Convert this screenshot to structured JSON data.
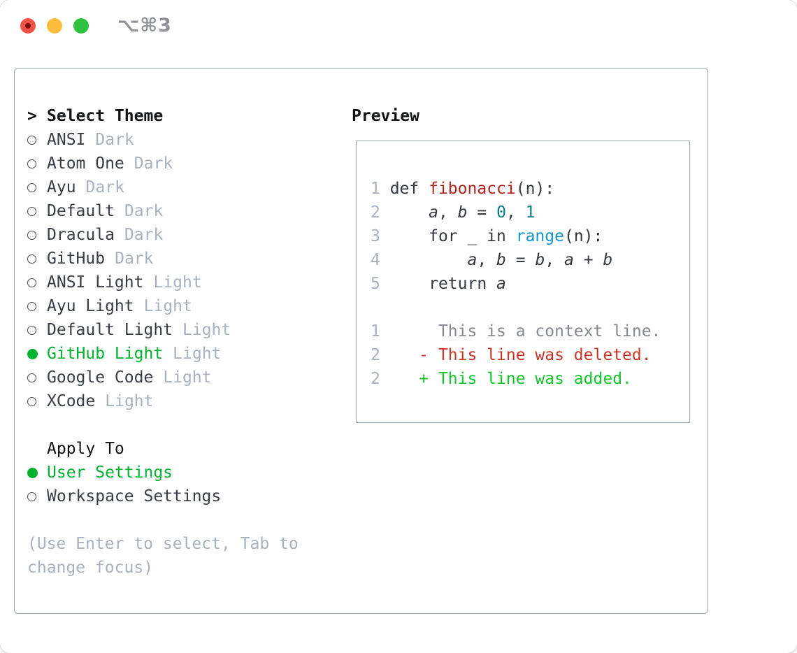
{
  "window": {
    "title": "⌥⌘3",
    "traffic_lights": [
      {
        "name": "close",
        "color": "#f0524a",
        "has_dot": true
      },
      {
        "name": "minimize",
        "color": "#fcbe3c",
        "has_dot": false
      },
      {
        "name": "zoom",
        "color": "#2fc13e",
        "has_dot": false
      }
    ]
  },
  "theme_panel": {
    "header": {
      "marker": ">",
      "label": "Select Theme"
    },
    "themes": [
      {
        "name": "ANSI",
        "variant": "Dark",
        "selected": false
      },
      {
        "name": "Atom One",
        "variant": "Dark",
        "selected": false
      },
      {
        "name": "Ayu",
        "variant": "Dark",
        "selected": false
      },
      {
        "name": "Default",
        "variant": "Dark",
        "selected": false
      },
      {
        "name": "Dracula",
        "variant": "Dark",
        "selected": false
      },
      {
        "name": "GitHub",
        "variant": "Dark",
        "selected": false
      },
      {
        "name": "ANSI Light",
        "variant": "Light",
        "selected": false
      },
      {
        "name": "Ayu Light",
        "variant": "Light",
        "selected": false
      },
      {
        "name": "Default Light",
        "variant": "Light",
        "selected": false
      },
      {
        "name": "GitHub Light",
        "variant": "Light",
        "selected": true
      },
      {
        "name": "Google Code",
        "variant": "Light",
        "selected": false
      },
      {
        "name": "XCode",
        "variant": "Light",
        "selected": false
      }
    ],
    "apply_to": {
      "header": "Apply To",
      "options": [
        {
          "label": "User Settings",
          "selected": true
        },
        {
          "label": "Workspace Settings",
          "selected": false
        }
      ]
    },
    "help_lines": [
      "(Use Enter to select, Tab to",
      "change focus)"
    ]
  },
  "preview": {
    "header": "Preview",
    "code_lines": [
      {
        "num": "1",
        "segments": [
          [
            "plain",
            " def "
          ],
          [
            "func-red",
            "fibonacci"
          ],
          [
            "plain",
            "(n):"
          ]
        ]
      },
      {
        "num": "2",
        "segments": [
          [
            "plain",
            "     "
          ],
          [
            "var-italic",
            "a"
          ],
          [
            "plain",
            ", "
          ],
          [
            "var-italic",
            "b"
          ],
          [
            "plain",
            " = "
          ],
          [
            "num-teal",
            "0"
          ],
          [
            "plain",
            ", "
          ],
          [
            "num-teal",
            "1"
          ]
        ]
      },
      {
        "num": "3",
        "segments": [
          [
            "plain",
            "     for _ in "
          ],
          [
            "call-blue",
            "range"
          ],
          [
            "plain",
            "(n):"
          ]
        ]
      },
      {
        "num": "4",
        "segments": [
          [
            "plain",
            "         "
          ],
          [
            "var-italic",
            "a"
          ],
          [
            "plain",
            ", "
          ],
          [
            "var-italic",
            "b"
          ],
          [
            "plain",
            " = "
          ],
          [
            "var-italic",
            "b"
          ],
          [
            "plain",
            ", "
          ],
          [
            "var-italic",
            "a"
          ],
          [
            "plain",
            " + "
          ],
          [
            "var-italic",
            "b"
          ]
        ]
      },
      {
        "num": "5",
        "segments": [
          [
            "plain",
            "     return "
          ],
          [
            "var-italic",
            "a"
          ]
        ]
      },
      {
        "num": "",
        "segments": []
      },
      {
        "num": "1",
        "segments": [
          [
            "diff-context",
            "      This is a context line."
          ]
        ]
      },
      {
        "num": "2",
        "segments": [
          [
            "diff-deleted",
            "    - This line was deleted."
          ]
        ]
      },
      {
        "num": "2",
        "segments": [
          [
            "diff-added",
            "    + This line was added."
          ]
        ]
      }
    ]
  },
  "colors": {
    "selection_green": "#00b22d",
    "diff_added_green": "#13c62b",
    "diff_deleted_red": "#ca3627",
    "function_red": "#b0241c",
    "number_teal": "#0d7e86",
    "call_blue": "#1894cf",
    "muted_gray": "#a9b1bd",
    "text_dark": "#383d44",
    "border_gray": "#9aa2ac"
  }
}
